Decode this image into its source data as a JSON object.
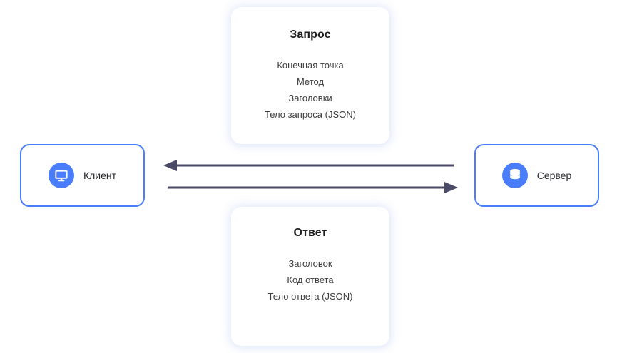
{
  "diagram": {
    "title_semantic": "client-server-request-response",
    "background": "#ffffff",
    "accent_blue": "#4a7dfb",
    "arrow_color": "#4a4a68",
    "nodes": {
      "client": {
        "label": "Клиент",
        "icon": "monitor-icon"
      },
      "server": {
        "label": "Сервер",
        "icon": "database-icon"
      }
    },
    "cards": {
      "request": {
        "title": "Запрос",
        "lines": [
          "Конечная точка",
          "Метод",
          "Заголовки",
          "Тело запроса (JSON)"
        ]
      },
      "response": {
        "title": "Ответ",
        "lines": [
          "Заголовок",
          "Код ответа",
          "Тело ответа (JSON)"
        ]
      }
    },
    "arrows": [
      {
        "name": "arrow-server-to-client",
        "direction": "left",
        "from": "server",
        "to": "client"
      },
      {
        "name": "arrow-client-to-server",
        "direction": "right",
        "from": "client",
        "to": "server"
      }
    ]
  }
}
